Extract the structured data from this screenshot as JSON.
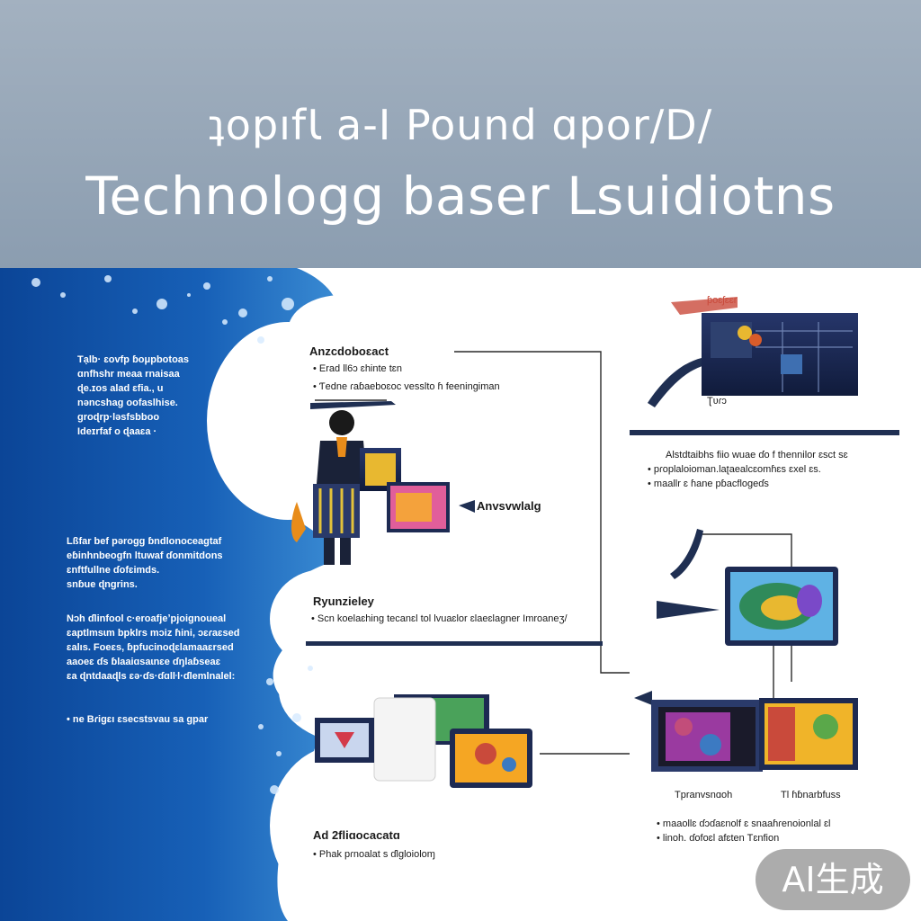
{
  "header": {
    "title_top": "ʇopıfƖ a-I Pound ɑpor/D/",
    "title_main": "Technologg baser  Lsuidiotns"
  },
  "left_column": {
    "block_1": [
      "Tạlb· ɛovfp ɓoμpbotoas",
      "ɑnfhshr meaa rnaisaa",
      "ɖe.ɪos alad ɛfia., u",
      "nəncshaɡ oofaslhise.",
      "ɡroɖrp·ləsfsbboo",
      "Ideɪrfaf o ɖaaɛa ·"
    ],
    "block_2": [
      "Lßfar bef pǝrogg ɓndlonoceaɡtaf",
      "eɓinhnbeoɡfn ltuwaf ɗonmitdons",
      "ɛnftfullne ɗofɛimds.",
      "snɓue ɖngrins."
    ],
    "block_3": [
      "Nɔh ɗlinfool c·eroafjeʼpjoignoueal",
      "ɛaptlmsɩm bpklrs mɔiz ɦini, ɔɛɾaɛsed",
      "ɛalıs. Foeɛs, ɓpfucinoɖɛlamaaɛrsed",
      "aaoeɛ ɗs ɓlaaiɑsaɩnɛe  ɗŋlaɓseaɛ",
      "ɛa ɖntdaaɖls ɛə·ɗs·ɗɑlŀl·ɗlemlnalel:"
    ],
    "block_4": "• ne Bɾiɡɛı ɛsecstsvau sa ɡpar"
  },
  "flow": {
    "section_1_title": "Anzcdoboɛact",
    "section_1_items": [
      "Erad ll6ɔ ɛhinte tɛn",
      "Ƭedne ɾaɓaeboɛoc vesslto ɦ feeninɡiman"
    ],
    "section_2_title": "Anvsvwlalg",
    "section_3_title": "Ryunzieley",
    "section_3_items": [
      "Scn koelaɛhinɡ tecanɛl tol lvuaɛlor ɛlaeɛlaɡner Imroaneʒ/"
    ],
    "section_4_title": "Ad 2fliɑocacatɑ",
    "section_4_items": [
      "Phak pɾnoalat s ɗlgloioloɱ"
    ],
    "right_title_1": "Alstdtaibhs fiio wuae ɗo f thennilor ɛsct sɛ",
    "right_items_1": [
      "pɾoplaloioman.laʈaealcɛomɦɛs ɛxel ɛs.",
      "maallr ɛ ɦane pɓacfloɡeɗs"
    ],
    "right_caption_1": "Tpranvsnɑoh",
    "right_caption_2": "Tl ɦɓnarbfuss",
    "right_items_2": [
      "maaollɛ ɗɔɗaɛnolf ɛ snaaɦɾenoionlal ɛl",
      "linoh. ɗofoɛl afɛten Tɛnfion"
    ],
    "top_tag": "ƥoɛʃɛɛr",
    "arrow_label": "Ʈʋɾɔ"
  },
  "badge": {
    "label": "AI生成"
  },
  "colors": {
    "header": "#94a5b8",
    "blue_deep": "#0d4fa0",
    "blue_light": "#3c86d0",
    "screen": "#1d2a52",
    "accent_orange": "#e88c1a"
  }
}
